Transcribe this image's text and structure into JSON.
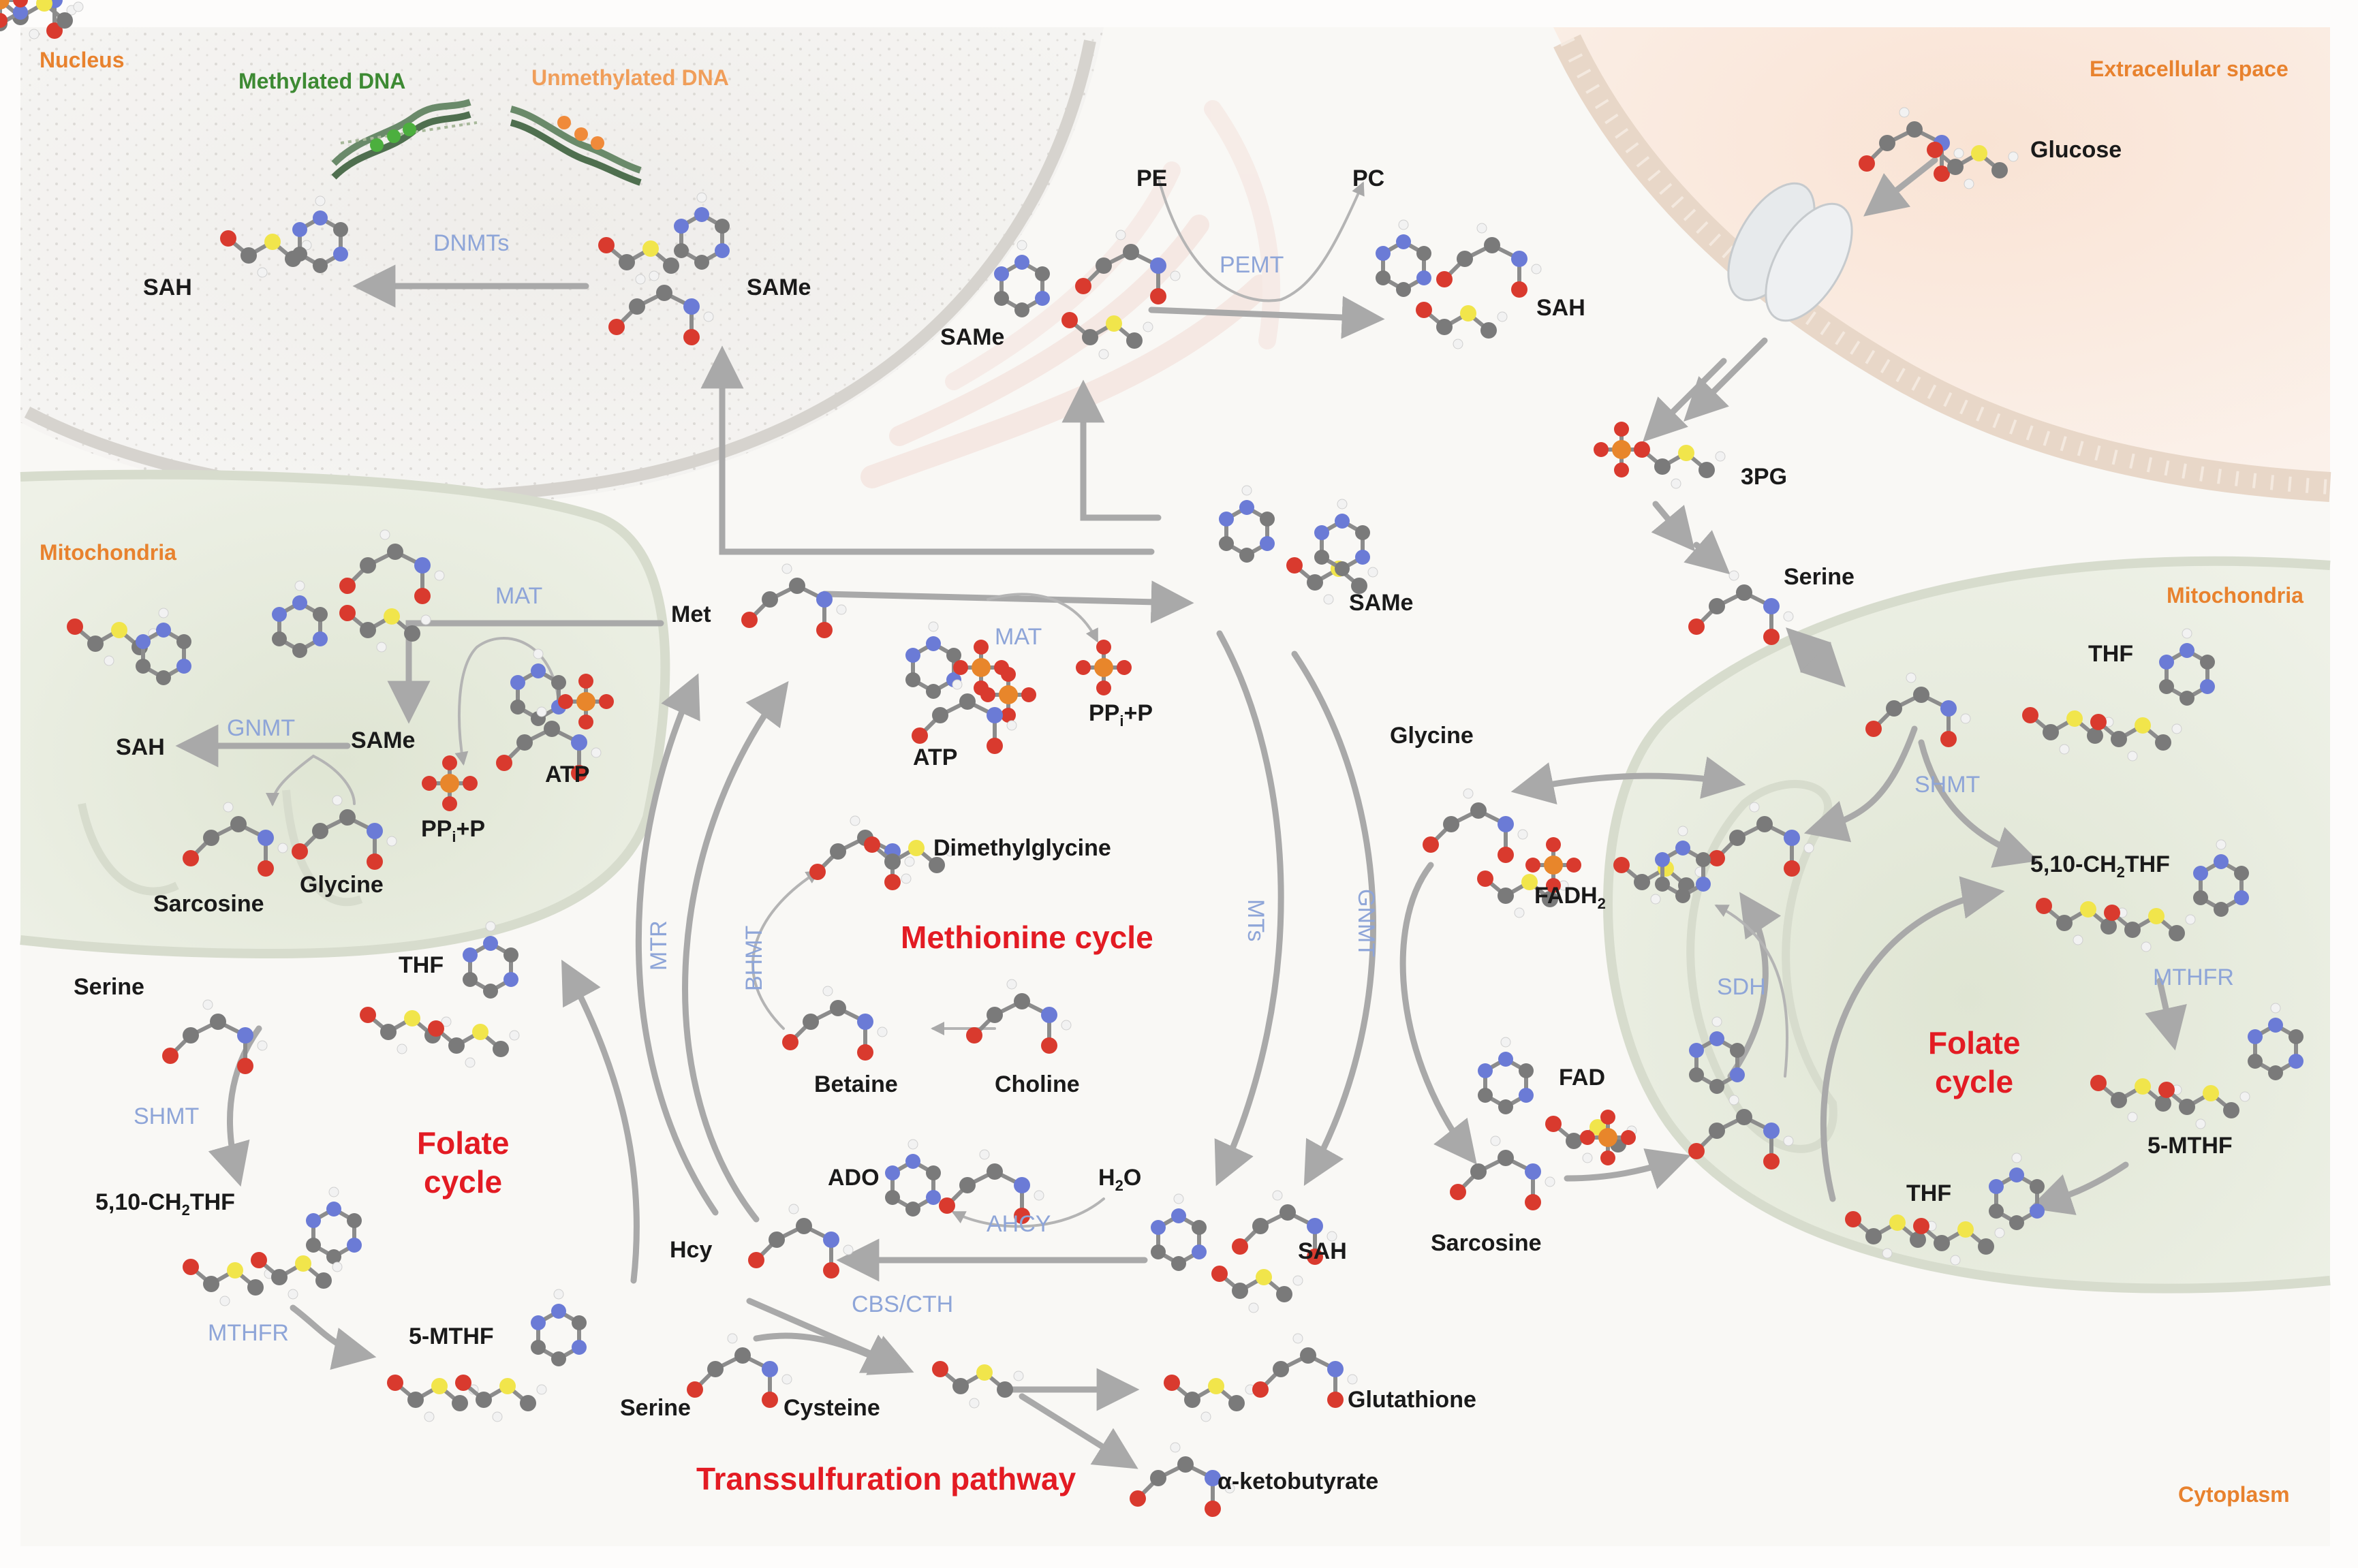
{
  "colors": {
    "label": "#1a1a1a",
    "enzyme": "#8ea5d8",
    "region": "#e8822e",
    "cycle": "#e31b23",
    "methylated": "#3d8a33",
    "unmethylated": "#f09e5a",
    "arrow": "#a9a9a9"
  },
  "regions": {
    "nucleus": "Nucleus",
    "extracellular": "Extracellular space",
    "mito_left": "Mitochondria",
    "mito_right": "Mitochondria",
    "cytoplasm": "Cytoplasm"
  },
  "nucleus": {
    "methylated_dna": "Methylated DNA",
    "unmethylated_dna": "Unmethylated DNA",
    "enzyme": "DNMTs",
    "sah": "SAH",
    "same": "SAMe"
  },
  "er": {
    "pe": "PE",
    "pc": "PC",
    "enzyme": "PEMT",
    "same": "SAMe",
    "sah": "SAH"
  },
  "glycolysis": {
    "glucose": "Glucose",
    "pg3": "3PG",
    "serine": "Serine"
  },
  "mito_left": {
    "enzyme_mat": "MAT",
    "enzyme_gnmt": "GNMT",
    "sah": "SAH",
    "same": "SAMe",
    "atp": "ATP",
    "ppi_pre": "PP",
    "ppi_sub": "i",
    "ppi_post": "+P",
    "sarcosine": "Sarcosine",
    "glycine": "Glycine"
  },
  "center": {
    "met": "Met",
    "mat": "MAT",
    "atp": "ATP",
    "ppi_pre": "PP",
    "ppi_sub": "i",
    "ppi_post": "+P",
    "same": "SAMe",
    "glycine": "Glycine",
    "dimethylglycine": "Dimethylglycine",
    "methionine_cycle": "Methionine cycle",
    "bhmt": "BHMT",
    "mtr": "MTR",
    "mts": "MTs",
    "gnmt": "GNMT",
    "betaine": "Betaine",
    "choline": "Choline",
    "ado": "ADO",
    "h2o_pre": "H",
    "h2o_sub": "2",
    "h2o_post": "O",
    "ahcy": "AHCY",
    "hcy": "Hcy",
    "sah": "SAH",
    "cbs_cth": "CBS/CTH",
    "serine": "Serine",
    "cysteine": "Cysteine",
    "glutathione": "Glutathione",
    "ketobutyrate": "α-ketobutyrate",
    "transsulfuration": "Transsulfuration pathway"
  },
  "folate_left": {
    "serine": "Serine",
    "thf": "THF",
    "shmt": "SHMT",
    "folate": "Folate",
    "cycle": "cycle",
    "ch2thf_pre": "5,10-CH",
    "ch2thf_sub": "2",
    "ch2thf_post": "THF",
    "mthfr": "MTHFR",
    "mthf": "5-MTHF"
  },
  "mito_right": {
    "thf_top": "THF",
    "shmt": "SHMT",
    "ch2thf_pre": "5,10-CH",
    "ch2thf_sub": "2",
    "ch2thf_post": "THF",
    "fadh2_pre": "FADH",
    "fadh2_sub": "2",
    "fad": "FAD",
    "sdh": "SDH",
    "mthfr": "MTHFR",
    "folate": "Folate",
    "cycle": "cycle",
    "mthf": "5-MTHF",
    "thf_bottom": "THF",
    "sarcosine": "Sarcosine"
  }
}
